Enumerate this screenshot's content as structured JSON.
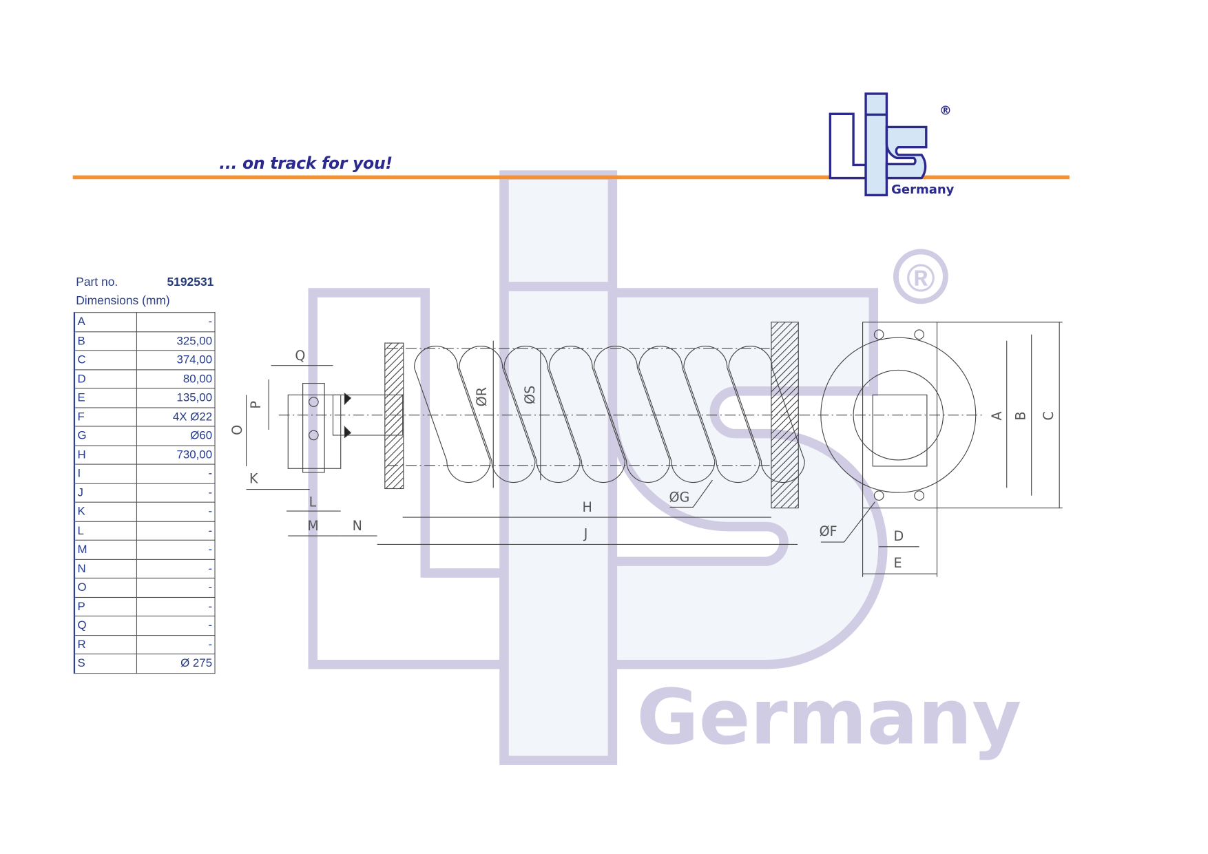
{
  "header": {
    "slogan": "... on track for you!",
    "logo": {
      "text": "LIS",
      "subtitle": "Germany",
      "mark": "®"
    },
    "accent_color": "#f7902f",
    "brand_color": "#2b2a8c"
  },
  "watermark": {
    "text": "Germany",
    "mark": "®",
    "color": "#cfcce3"
  },
  "part": {
    "label": "Part no.",
    "number": "5192531"
  },
  "dimensions": {
    "title": "Dimensions (mm)",
    "rows": [
      {
        "key": "A",
        "value": "-"
      },
      {
        "key": "B",
        "value": "325,00"
      },
      {
        "key": "C",
        "value": "374,00"
      },
      {
        "key": "D",
        "value": "80,00"
      },
      {
        "key": "E",
        "value": "135,00"
      },
      {
        "key": "F",
        "value": "4X Ø22"
      },
      {
        "key": "G",
        "value": "Ø60"
      },
      {
        "key": "H",
        "value": "730,00"
      },
      {
        "key": "I",
        "value": "-"
      },
      {
        "key": "J",
        "value": "-"
      },
      {
        "key": "K",
        "value": "-"
      },
      {
        "key": "L",
        "value": "-"
      },
      {
        "key": "M",
        "value": "-"
      },
      {
        "key": "N",
        "value": "-"
      },
      {
        "key": "O",
        "value": "-"
      },
      {
        "key": "P",
        "value": "-"
      },
      {
        "key": "Q",
        "value": "-"
      },
      {
        "key": "R",
        "value": "-"
      },
      {
        "key": "S",
        "value": "Ø 275"
      }
    ]
  },
  "drawing_labels": {
    "Q": "Q",
    "P": "P",
    "O": "O",
    "K": "K",
    "L": "L",
    "M": "M",
    "N": "N",
    "R": "ØR",
    "S": "ØS",
    "G": "ØG",
    "H": "H",
    "J": "J",
    "F": "ØF",
    "D": "D",
    "E": "E",
    "A": "A",
    "B": "B",
    "C": "C"
  }
}
